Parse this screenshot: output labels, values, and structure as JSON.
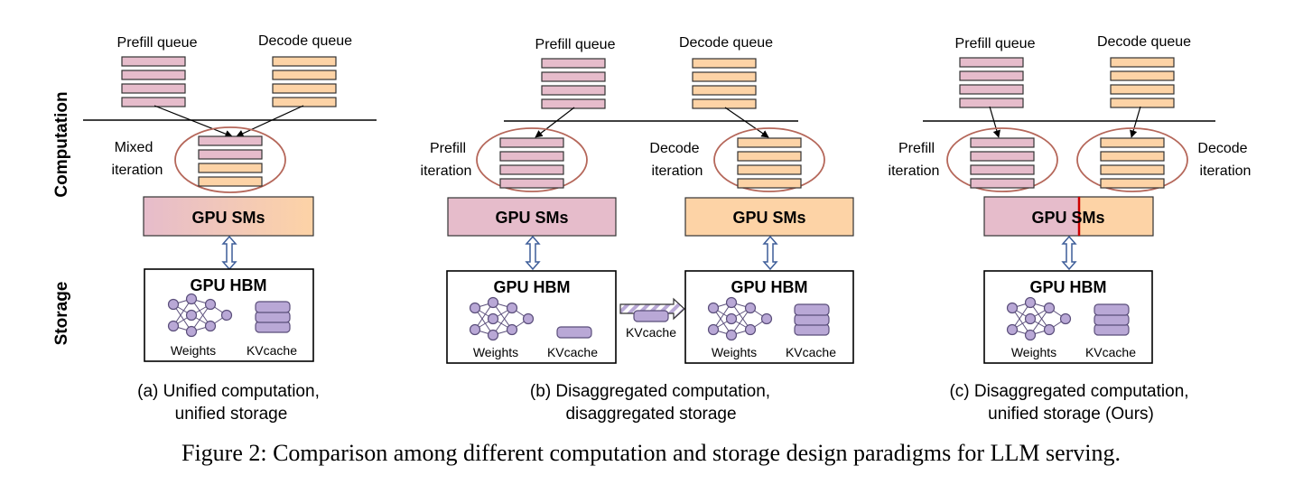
{
  "side_labels": {
    "computation": "Computation",
    "storage": "Storage"
  },
  "panel_a": {
    "prefill_queue": "Prefill queue",
    "decode_queue": "Decode queue",
    "iter_line1": "Mixed",
    "iter_line2": "iteration",
    "gpu_sms": "GPU SMs",
    "gpu_hbm": "GPU HBM",
    "weights": "Weights",
    "kvcache": "KVcache",
    "caption_line1": "(a)  Unified computation,",
    "caption_line2": "unified storage"
  },
  "panel_b": {
    "prefill_queue": "Prefill queue",
    "decode_queue": "Decode queue",
    "prefill_iter_line1": "Prefill",
    "prefill_iter_line2": "iteration",
    "decode_iter_line1": "Decode",
    "decode_iter_line2": "iteration",
    "gpu_sms_left": "GPU SMs",
    "gpu_sms_right": "GPU SMs",
    "gpu_hbm_left": "GPU HBM",
    "gpu_hbm_right": "GPU HBM",
    "weights_left": "Weights",
    "kvcache_left": "KVcache",
    "transfer_kvcache": "KVcache",
    "weights_right": "Weights",
    "kvcache_right": "KVcache",
    "caption_line1": "(b) Disaggregated computation,",
    "caption_line2": "disaggregated storage"
  },
  "panel_c": {
    "prefill_queue": "Prefill queue",
    "decode_queue": "Decode queue",
    "prefill_iter_line1": "Prefill",
    "prefill_iter_line2": "iteration",
    "decode_iter_line1": "Decode",
    "decode_iter_line2": "iteration",
    "gpu_sms": "GPU SMs",
    "gpu_hbm": "GPU HBM",
    "weights": "Weights",
    "kvcache": "KVcache",
    "caption_line1": "(c) Disaggregated computation,",
    "caption_line2": "unified storage (Ours)"
  },
  "figure_caption": "Figure 2: Comparison among different computation and storage design paradigms for LLM serving.",
  "colors": {
    "prefill": "#e6bccb",
    "decode": "#fdd3a6",
    "ellipse": "#b5675a",
    "network": "#b9a8d6",
    "split_line": "#cc0000"
  }
}
